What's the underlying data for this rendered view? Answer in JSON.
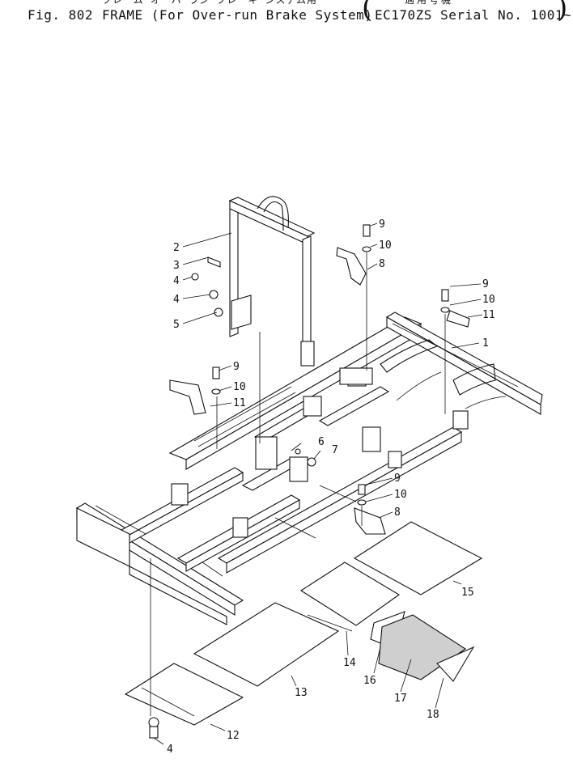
{
  "header": {
    "japanese_title": "フレーム オーバ ラン ブレーキ システム用",
    "figure_number": "Fig. 802",
    "figure_title": "FRAME (For Over-run Brake System)",
    "japanese_serial_label": "適用号機",
    "serial_applicability": "EC170ZS Serial No. 1001~"
  },
  "callouts": [
    {
      "number": "1"
    },
    {
      "number": "2"
    },
    {
      "number": "3"
    },
    {
      "number": "4"
    },
    {
      "number": "4"
    },
    {
      "number": "5"
    },
    {
      "number": "6"
    },
    {
      "number": "7"
    },
    {
      "number": "8"
    },
    {
      "number": "8"
    },
    {
      "number": "9"
    },
    {
      "number": "9"
    },
    {
      "number": "9"
    },
    {
      "number": "9"
    },
    {
      "number": "10"
    },
    {
      "number": "10"
    },
    {
      "number": "10"
    },
    {
      "number": "10"
    },
    {
      "number": "11"
    },
    {
      "number": "11"
    },
    {
      "number": "12"
    },
    {
      "number": "13"
    },
    {
      "number": "14"
    },
    {
      "number": "15"
    },
    {
      "number": "16"
    },
    {
      "number": "17"
    },
    {
      "number": "18"
    },
    {
      "number": "4"
    }
  ]
}
